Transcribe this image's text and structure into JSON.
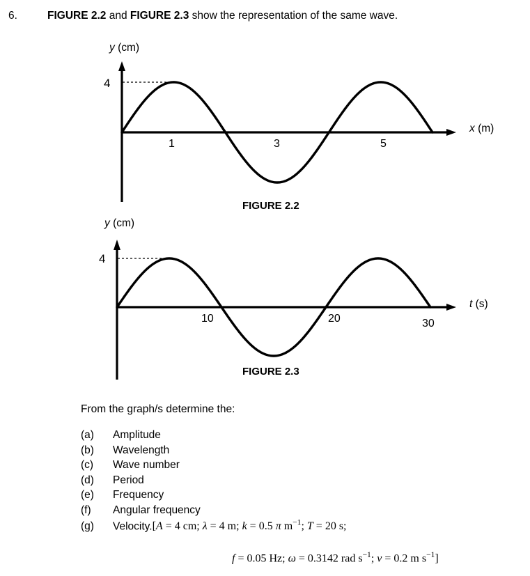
{
  "question": {
    "number": "6.",
    "text_parts": [
      {
        "text": "FIGURE 2.2",
        "bold": true
      },
      {
        "text": " and ",
        "bold": false
      },
      {
        "text": "FIGURE 2.3",
        "bold": true
      },
      {
        "text": " show the representation of the same wave.",
        "bold": false
      }
    ],
    "plain_text": "FIGURE 2.2 and FIGURE 2.3 show the representation of the same wave."
  },
  "prompt": "From the graph/s determine the:",
  "items": [
    {
      "tag": "(a)",
      "label": "Amplitude"
    },
    {
      "tag": "(b)",
      "label": "Wavelength"
    },
    {
      "tag": "(c)",
      "label": "Wave number"
    },
    {
      "tag": "(d)",
      "label": "Period"
    },
    {
      "tag": "(e)",
      "label": "Frequency"
    },
    {
      "tag": "(f)",
      "label": "Angular frequency"
    },
    {
      "tag": "(g)",
      "label": "Velocity."
    }
  ],
  "answers": {
    "line1": "[A = 4 cm; λ = 4 m;  k = 0.5 π m⁻¹; T = 20 s;",
    "line2": "f = 0.05 Hz; ω = 0.3142 rad s⁻¹; v  = 0.2 m s⁻¹]",
    "values": {
      "amplitude": "4 cm",
      "wavelength": "4 m",
      "wave_number": "0.5 π m⁻¹",
      "period": "20 s",
      "frequency": "0.05 Hz",
      "angular_frequency": "0.3142 rad s⁻¹",
      "velocity": "0.2 m s⁻¹"
    }
  },
  "chart_data": [
    {
      "id": "figure-2-2",
      "type": "line",
      "title": "FIGURE 2.2",
      "xlabel": "x (m)",
      "xlabel_variable": "x",
      "xlabel_unit": "(m)",
      "ylabel": "y (cm)",
      "ylabel_variable": "y",
      "ylabel_unit": "(cm)",
      "waveform": "sine",
      "amplitude": 4,
      "wavelength": 4,
      "xlim": [
        0,
        6
      ],
      "ylim": [
        -4,
        4
      ],
      "x_ticks": [
        1,
        3,
        5
      ],
      "x_tick_labels": [
        "1",
        "3",
        "5"
      ],
      "y_ticks": [
        4
      ],
      "y_tick_labels": [
        "4"
      ],
      "zero_crossings": [
        0,
        2,
        4,
        6
      ],
      "peaks": [
        1,
        5
      ],
      "troughs": [
        3
      ],
      "dashed_guide_y": 4,
      "grid": false,
      "legend": "none"
    },
    {
      "id": "figure-2-3",
      "type": "line",
      "title": "FIGURE 2.3",
      "xlabel": "t (s)",
      "xlabel_variable": "t",
      "xlabel_unit": "(s)",
      "ylabel": "y (cm)",
      "ylabel_variable": "y",
      "ylabel_unit": "(cm)",
      "waveform": "sine",
      "amplitude": 4,
      "period": 20,
      "xlim": [
        0,
        30
      ],
      "ylim": [
        -4,
        4
      ],
      "x_ticks": [
        10,
        20,
        30
      ],
      "x_tick_labels": [
        "10",
        "20",
        "30"
      ],
      "y_ticks": [
        4
      ],
      "y_tick_labels": [
        "4"
      ],
      "zero_crossings": [
        0,
        10,
        20,
        30
      ],
      "peaks": [
        5,
        25
      ],
      "troughs": [
        15
      ],
      "dashed_guide_y": 4,
      "grid": false,
      "legend": "none"
    }
  ],
  "style": {
    "ink": "#000000",
    "paper": "#ffffff"
  }
}
